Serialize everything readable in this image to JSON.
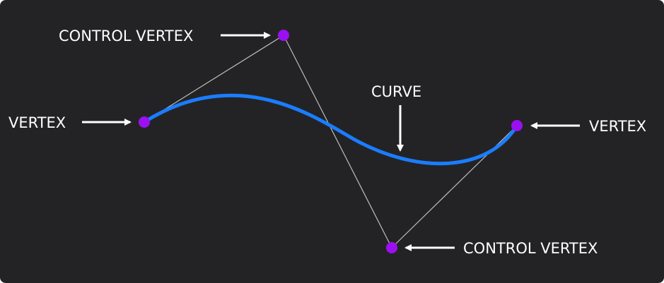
{
  "labels": {
    "control_vertex_top": "CONTROL VERTEX",
    "vertex_left": "VERTEX",
    "curve": "CURVE",
    "vertex_right": "VERTEX",
    "control_vertex_bottom": "CONTROL VERTEX"
  },
  "colors": {
    "background": "#232325",
    "curve": "#1a7dff",
    "point": "#9b10f0",
    "control_lines": "#bdbdbd",
    "text": "#ffffff"
  },
  "icons": {
    "arrow": "arrow-icon"
  }
}
